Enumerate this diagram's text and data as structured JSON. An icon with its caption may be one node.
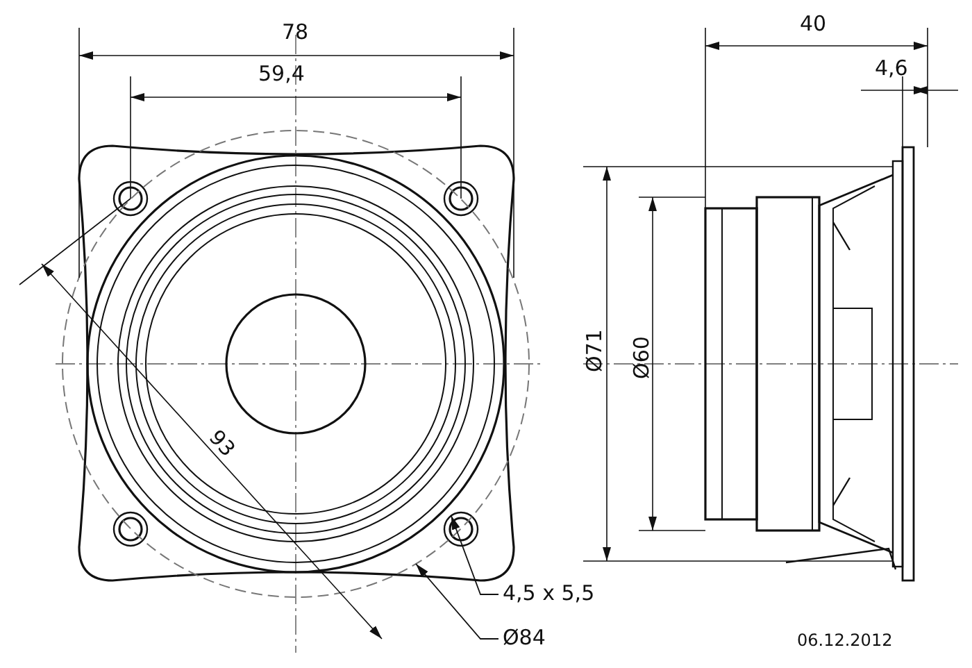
{
  "diagram": {
    "nodes": [
      {
        "text": [
          "4,5 x 5,5"
        ]
      },
      {
        "text": [],
        "shape": "circle"
      },
      {
        "text": [
          "Ø84"
        ]
      },
      {
        "text": [],
        "shape": "circle"
      }
    ],
    "edges": [
      {
        "from": 0,
        "to": 1,
        "arrow": "to"
      },
      {
        "from": 2,
        "to": 3,
        "arrow": "to"
      }
    ],
    "labels": [
      "78",
      "59,4",
      "40",
      "4,6",
      "93",
      "Ø71",
      "Ø60",
      "06.12.2012"
    ]
  }
}
